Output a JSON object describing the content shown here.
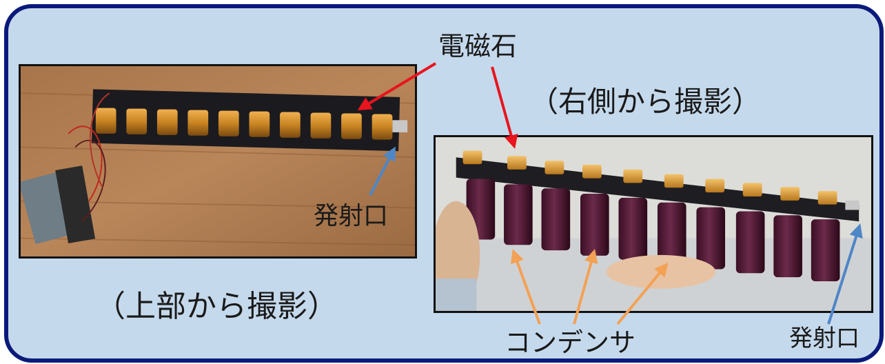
{
  "labels": {
    "electromagnet": "電磁石",
    "caption_right": "（右側から撮影）",
    "muzzle_top": "発射口",
    "caption_top": "（上部から撮影）",
    "capacitor": "コンデンサ",
    "muzzle_side": "発射口"
  },
  "colors": {
    "panel_bg": "#c5d9ec",
    "panel_border": "#0a1a7a",
    "arrow_red": "#e8141e",
    "arrow_blue": "#4f86c6",
    "arrow_orange": "#f3a155"
  }
}
